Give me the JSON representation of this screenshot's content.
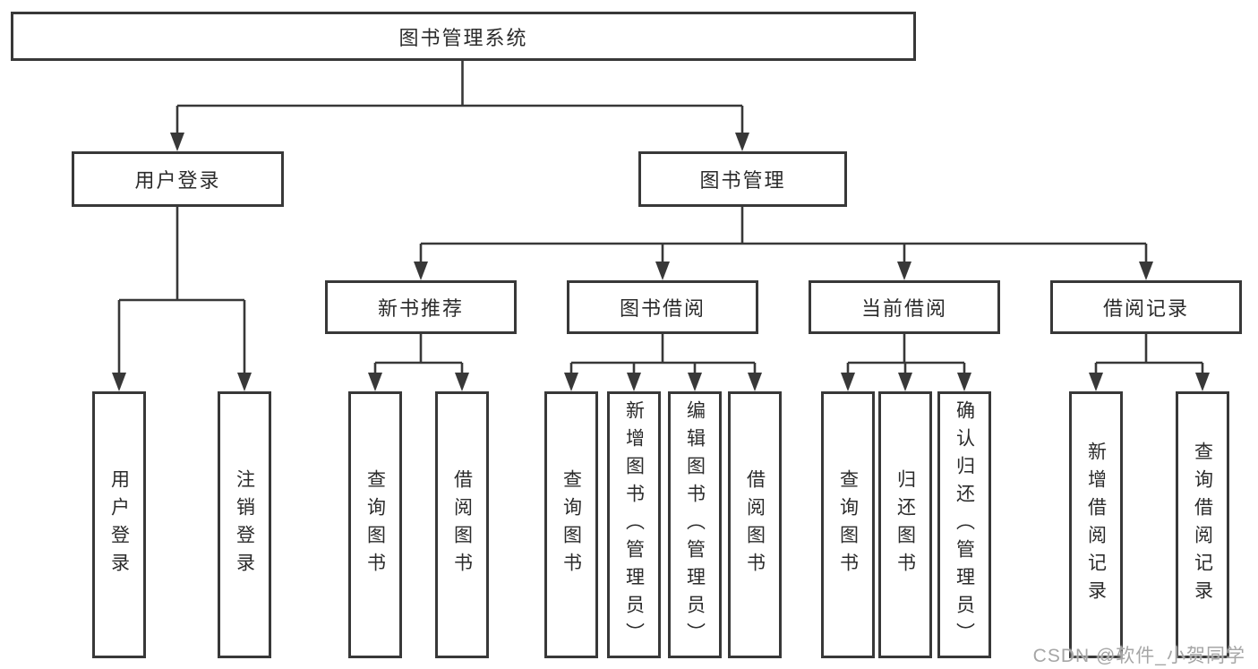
{
  "diagram": {
    "type": "hierarchy-tree",
    "root": "图书管理系统",
    "level2": [
      "用户登录",
      "图书管理"
    ],
    "level3": [
      "新书推荐",
      "图书借阅",
      "当前借阅",
      "借阅记录"
    ],
    "leaves": {
      "user_login": [
        "用户登录",
        "注销登录"
      ],
      "new_book_recommend": [
        "查询图书",
        "借阅图书"
      ],
      "book_borrow": [
        "查询图书",
        "新增图书（管理员）",
        "编辑图书（管理员）",
        "借阅图书"
      ],
      "current_borrow": [
        "查询图书",
        "归还图书",
        "确认归还（管理员）"
      ],
      "borrow_record": [
        "新增借阅记录",
        "查询借阅记录"
      ]
    }
  },
  "watermark": "CSDN @软件_小贺同学",
  "colors": {
    "line": "#383838",
    "border": "#383838",
    "text": "#2b2b2b",
    "watermark": "#a6a6a6",
    "background": "#ffffff"
  }
}
